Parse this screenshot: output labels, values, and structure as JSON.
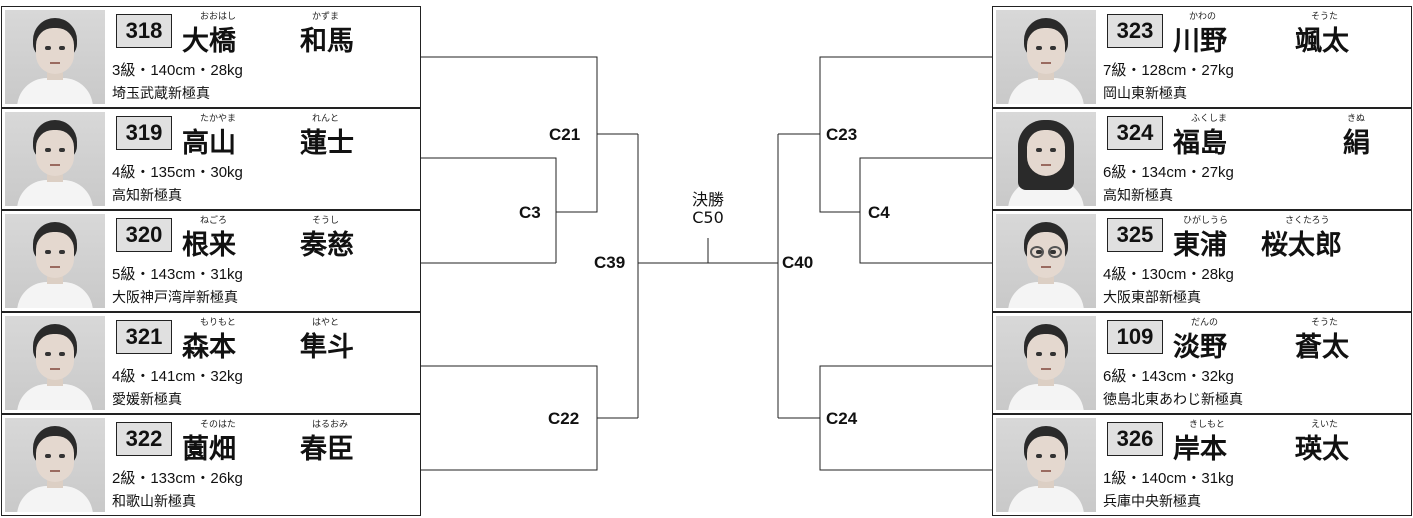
{
  "left_competitors": [
    {
      "number": "318",
      "surname": "大橋",
      "given": "和馬",
      "furi_surname": "おおはし",
      "furi_given": "かずま",
      "stats": "3級・140cm・28kg",
      "dojo": "埼玉武蔵新極真"
    },
    {
      "number": "319",
      "surname": "高山",
      "given": "蓮士",
      "furi_surname": "たかやま",
      "furi_given": "れんと",
      "stats": "4級・135cm・30kg",
      "dojo": "高知新極真"
    },
    {
      "number": "320",
      "surname": "根来",
      "given": "奏慈",
      "furi_surname": "ねごろ",
      "furi_given": "そうし",
      "stats": "5級・143cm・31kg",
      "dojo": "大阪神戸湾岸新極真"
    },
    {
      "number": "321",
      "surname": "森本",
      "given": "隼斗",
      "furi_surname": "もりもと",
      "furi_given": "はやと",
      "stats": "4級・141cm・32kg",
      "dojo": "愛媛新極真"
    },
    {
      "number": "322",
      "surname": "薗畑",
      "given": "春臣",
      "furi_surname": "そのはた",
      "furi_given": "はるおみ",
      "stats": "2級・133cm・26kg",
      "dojo": "和歌山新極真"
    }
  ],
  "right_competitors": [
    {
      "number": "323",
      "surname": "川野",
      "given": "颯太",
      "furi_surname": "かわの",
      "furi_given": "そうた",
      "stats": "7級・128cm・27kg",
      "dojo": "岡山東新極真"
    },
    {
      "number": "324",
      "surname": "福島",
      "given": "絹",
      "furi_surname": "ふくしま",
      "furi_given": "きぬ",
      "stats": "6級・134cm・27kg",
      "dojo": "高知新極真"
    },
    {
      "number": "325",
      "surname": "東浦",
      "given": "桜太郎",
      "furi_surname": "ひがしうら",
      "furi_given": "さくたろう",
      "stats": "4級・130cm・28kg",
      "dojo": "大阪東部新極真"
    },
    {
      "number": "109",
      "surname": "淡野",
      "given": "蒼太",
      "furi_surname": "だんの",
      "furi_given": "そうた",
      "stats": "6級・143cm・32kg",
      "dojo": "徳島北東あわじ新極真"
    },
    {
      "number": "326",
      "surname": "岸本",
      "given": "瑛太",
      "furi_surname": "きしもと",
      "furi_given": "えいた",
      "stats": "1級・140cm・31kg",
      "dojo": "兵庫中央新極真"
    }
  ],
  "bouts": {
    "c21": "C21",
    "c3": "C3",
    "c22": "C22",
    "c39": "C39",
    "c23": "C23",
    "c4": "C4",
    "c24": "C24",
    "c40": "C40"
  },
  "final": {
    "title": "決勝",
    "code": "C50"
  }
}
